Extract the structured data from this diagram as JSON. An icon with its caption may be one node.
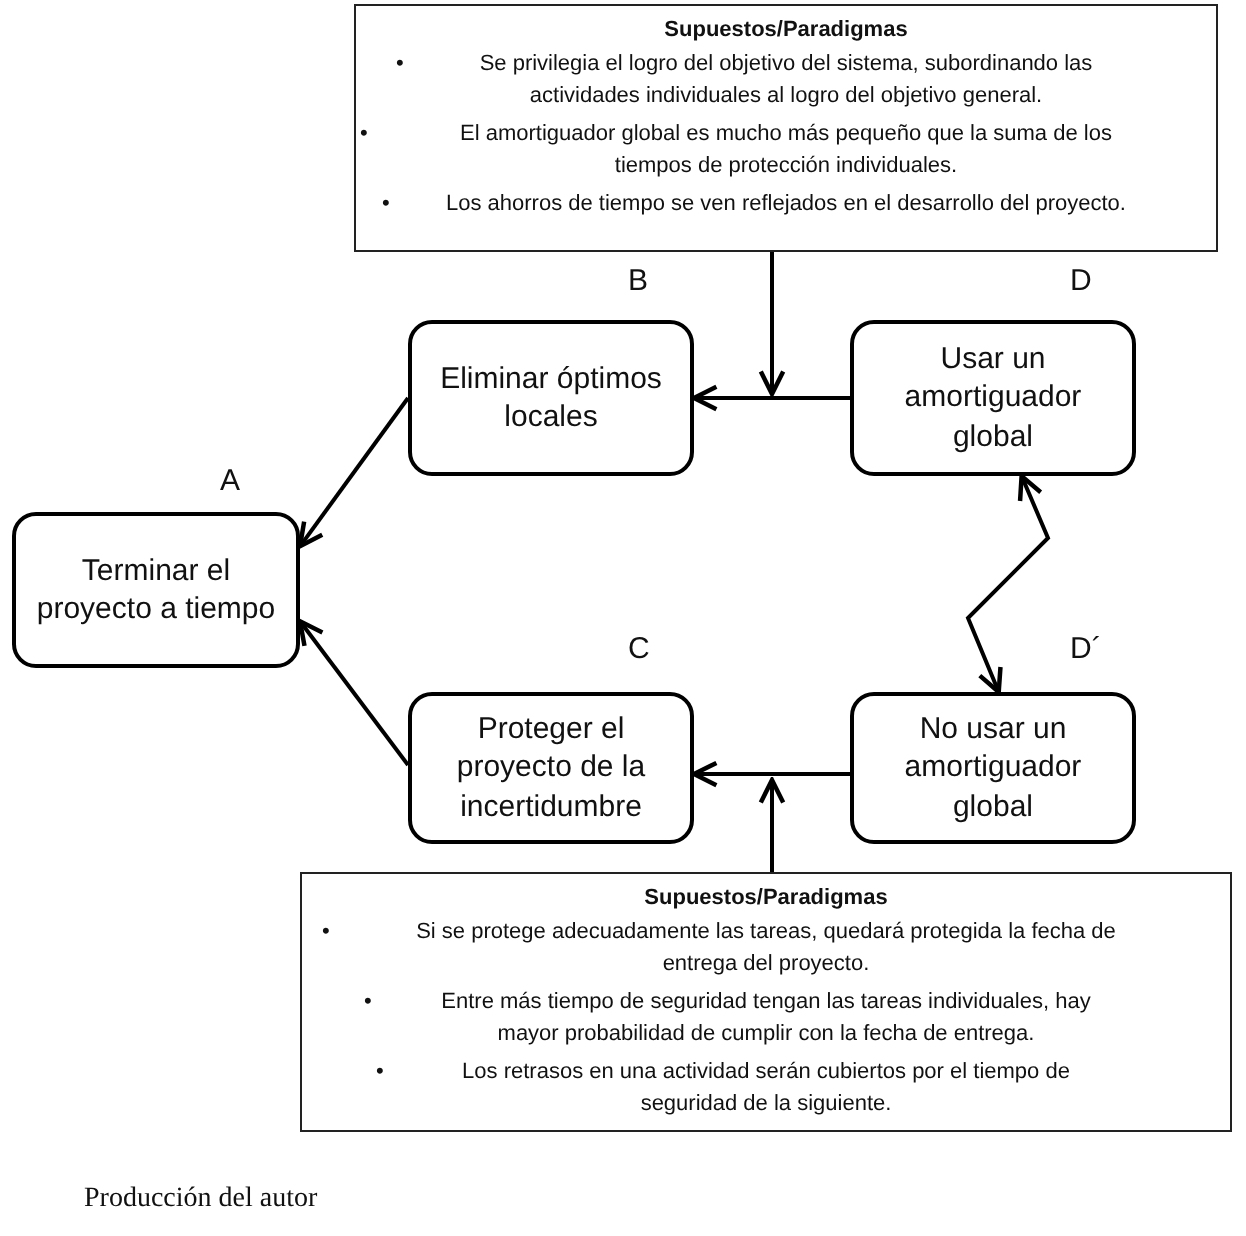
{
  "diagram": {
    "nodes": [
      {
        "text": [
          "Supuestos/Paradigmas",
          "Se privilegia el logro del objetivo del sistema, subordinando las actividades individuales al logro del objetivo general.",
          "El amortiguador global es mucho más pequeño que la suma de los tiempos de protección individuales.",
          "Los ahorros de tiempo se ven reflejados en el desarrollo del proyecto."
        ]
      },
      {
        "text": [
          "Eliminar óptimos locales"
        ],
        "beside": [
          "B"
        ]
      },
      {
        "text": [
          "Usar un amortiguador global"
        ],
        "beside": [
          "D"
        ]
      },
      {
        "text": [
          "Terminar el proyecto a tiempo"
        ],
        "beside": [
          "A"
        ]
      },
      {
        "text": [
          "Proteger el proyecto de la incertidumbre"
        ],
        "beside": [
          "C"
        ]
      },
      {
        "text": [
          "No usar un amortiguador global"
        ],
        "beside": [
          "D´"
        ]
      },
      {
        "text": [
          "Supuestos/Paradigmas",
          "Si se protege adecuadamente las tareas, quedará protegida la fecha de entrega del proyecto.",
          "Entre más tiempo de seguridad tengan las tareas individuales, hay mayor probabilidad de cumplir con la fecha de entrega.",
          "Los retrasos en una actividad serán cubiertos por el tiempo de seguridad de la siguiente."
        ]
      }
    ],
    "edges": [
      {
        "from": 2,
        "to": 1,
        "arrow": "to"
      },
      {
        "from": 0,
        "to": null,
        "arrow": "to"
      },
      {
        "from": 1,
        "to": 3,
        "arrow": "to"
      },
      {
        "from": 4,
        "to": 3,
        "arrow": "to"
      },
      {
        "from": 5,
        "to": 4,
        "arrow": "to"
      },
      {
        "from": 6,
        "to": null,
        "arrow": "to"
      },
      {
        "from": 2,
        "to": 5,
        "arrow": "both"
      }
    ],
    "labels": [
      "•",
      "•",
      "•",
      "•",
      "•",
      "•",
      "Producción del autor"
    ]
  }
}
